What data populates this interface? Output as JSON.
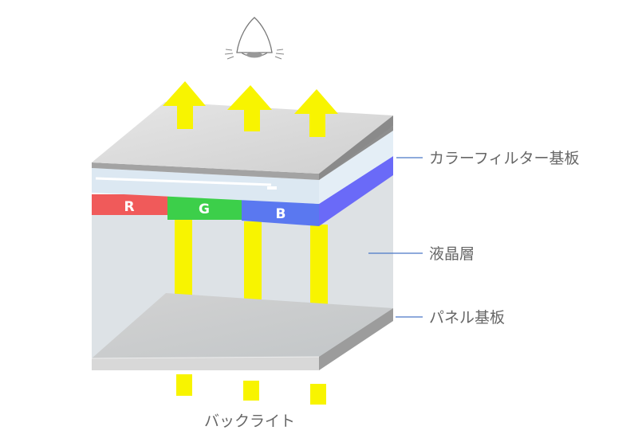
{
  "labels": {
    "color_filter": "カラーフィルター基板",
    "liquid_crystal": "液晶層",
    "panel": "パネル基板",
    "backlight": "バックライト"
  },
  "filters": {
    "red": {
      "label": "R",
      "color": "#f05a5a"
    },
    "green": {
      "label": "G",
      "color": "#3ccf4a"
    },
    "blue": {
      "label": "B",
      "color": "#5a78f0"
    }
  },
  "colors": {
    "light_arrow": "#f8f400",
    "leader_line": "#4a78c8",
    "filter_side": "#6a6af8",
    "crystal_fill": "#dde2e6"
  },
  "icons": {
    "eye": "eye-icon"
  }
}
